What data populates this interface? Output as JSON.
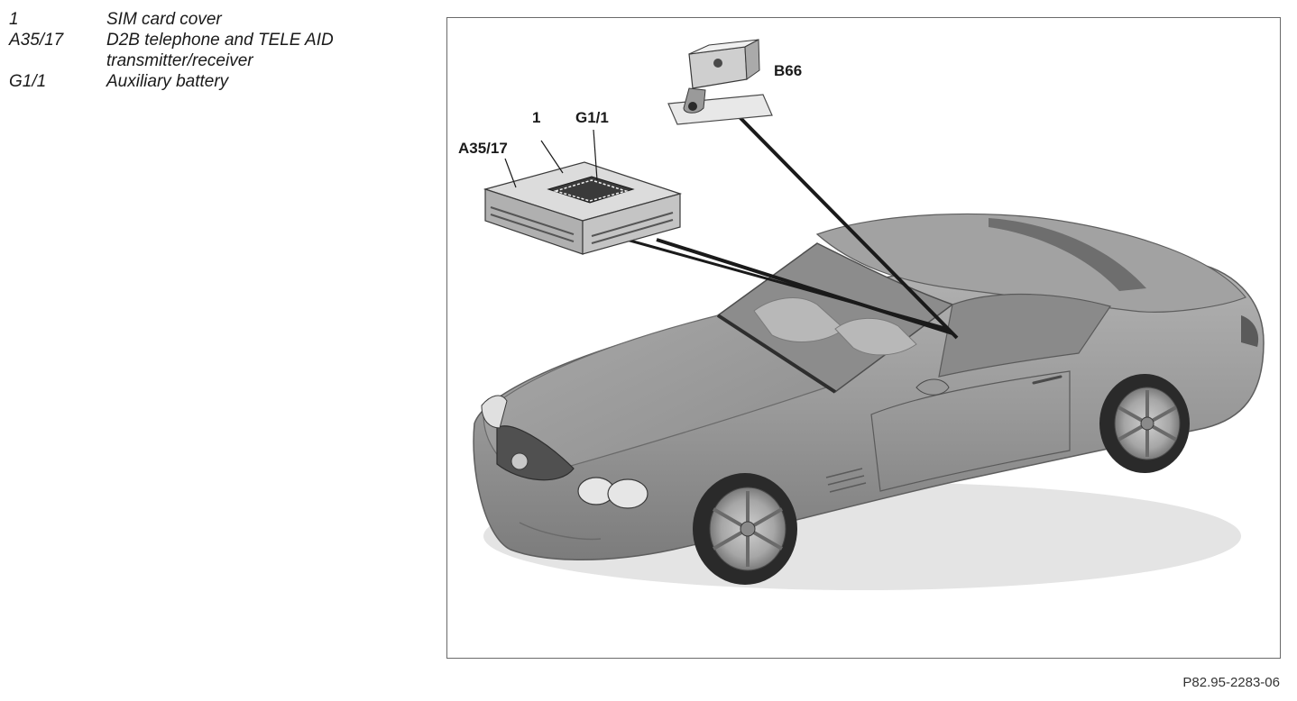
{
  "legend": {
    "items": [
      {
        "code": "1",
        "description": "SIM card cover"
      },
      {
        "code": "A35/17",
        "description": "D2B telephone and TELE AID transmitter/receiver"
      },
      {
        "code": "G1/1",
        "description": "Auxiliary battery"
      }
    ]
  },
  "figure": {
    "callouts": {
      "b66": "B66",
      "one": "1",
      "g1_1": "G1/1",
      "a35_17": "A35/17"
    },
    "figure_id": "P82.95-2283-06"
  }
}
